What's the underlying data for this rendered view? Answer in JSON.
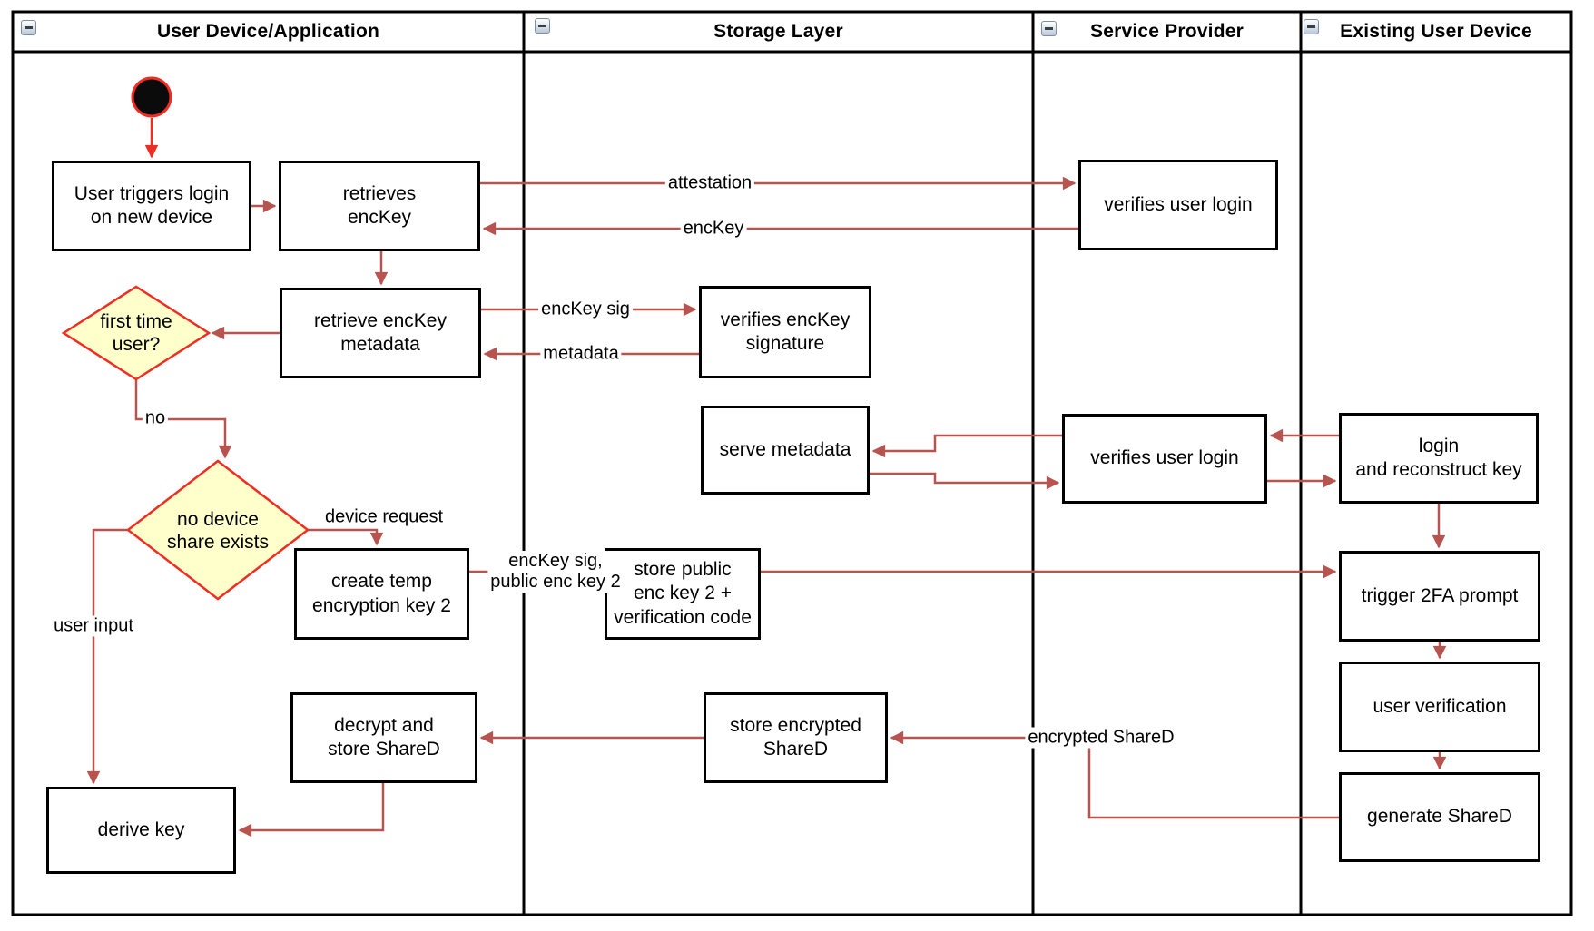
{
  "colors": {
    "arrow_brown": "#b85450",
    "accent_red": "#ee2e22",
    "diamond_fill": "#ffffcc",
    "box_border": "#000000"
  },
  "lanes": [
    {
      "title": "User Device/Application"
    },
    {
      "title": "Storage Layer"
    },
    {
      "title": "Service Provider"
    },
    {
      "title": "Existing User Device"
    }
  ],
  "nodes": {
    "user_triggers": {
      "label": "User triggers login\non new device"
    },
    "retrieves_enckey": {
      "label": "retrieves\nencKey"
    },
    "retrieve_metadata": {
      "label": "retrieve encKey\nmetadata"
    },
    "first_time_user": {
      "label": "first time\nuser?"
    },
    "no_device_share": {
      "label": "no device\nshare exists"
    },
    "create_temp_key": {
      "label": "create temp\nencryption key 2"
    },
    "decrypt_store": {
      "label": "decrypt and\nstore ShareD"
    },
    "derive_key": {
      "label": "derive key"
    },
    "verifies_signature": {
      "label": "verifies encKey\nsignature"
    },
    "serve_metadata": {
      "label": "serve metadata"
    },
    "store_public": {
      "label": "store public\nenc key 2 +\nverification code"
    },
    "store_encrypted": {
      "label": "store encrypted\nShareD"
    },
    "verifies_login_top": {
      "label": "verifies user login"
    },
    "verifies_login_mid": {
      "label": "verifies user login"
    },
    "login_reconstruct": {
      "label": "login\nand reconstruct key"
    },
    "trigger_2fa": {
      "label": "trigger 2FA prompt"
    },
    "user_verification": {
      "label": "user verification"
    },
    "generate_shared": {
      "label": "generate ShareD"
    }
  },
  "edge_labels": {
    "attestation": "attestation",
    "enckey": "encKey",
    "enckey_sig": "encKey sig",
    "metadata": "metadata",
    "no": "no",
    "device_request": "device request",
    "enckey_sig_public": "encKey sig,\npublic enc key 2",
    "user_input": "user input",
    "encrypted_shared": "encrypted ShareD"
  }
}
